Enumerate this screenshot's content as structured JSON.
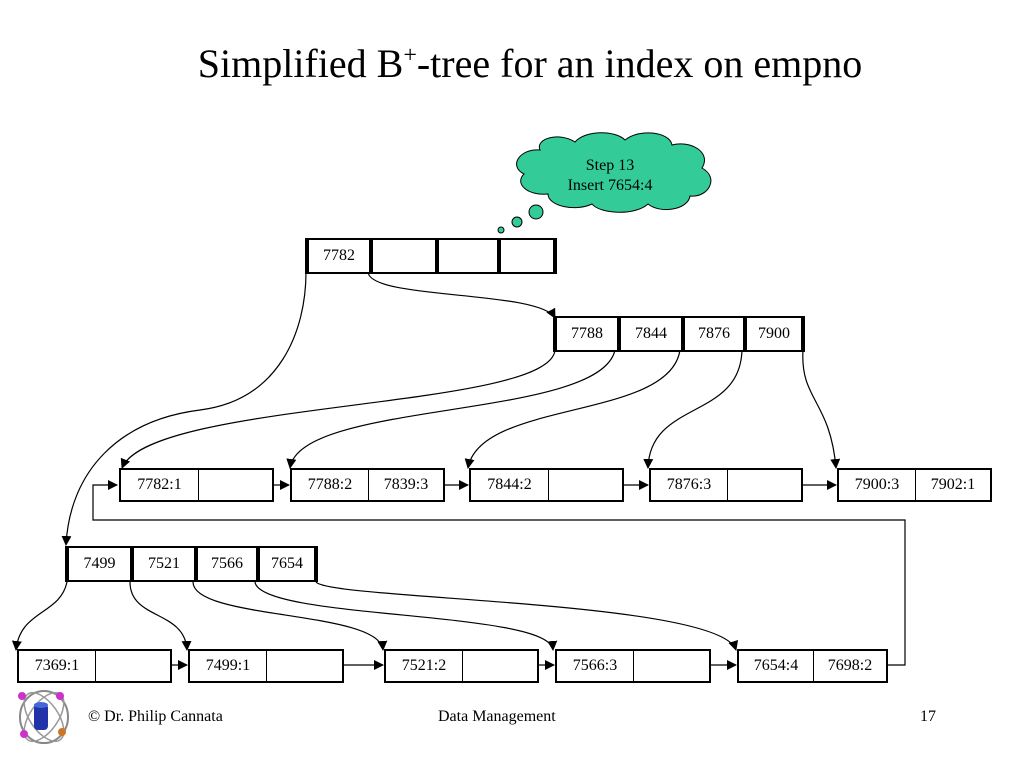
{
  "title": {
    "main": "Simplified B",
    "sup": "+",
    "rest": "-tree for an index on empno"
  },
  "bubble": {
    "line1": "Step 13",
    "line2": "Insert 7654:4"
  },
  "root": {
    "keys": [
      "7782",
      "",
      "",
      ""
    ]
  },
  "right_internal": {
    "keys": [
      "7788",
      "7844",
      "7876",
      "7900"
    ]
  },
  "left_internal": {
    "keys": [
      "7499",
      "7521",
      "7566",
      "7654"
    ]
  },
  "upper_leaves": [
    {
      "entries": [
        "7782:1",
        ""
      ]
    },
    {
      "entries": [
        "7788:2",
        "7839:3"
      ]
    },
    {
      "entries": [
        "7844:2",
        ""
      ]
    },
    {
      "entries": [
        "7876:3",
        ""
      ]
    },
    {
      "entries": [
        "7900:3",
        "7902:1"
      ]
    }
  ],
  "lower_leaves": [
    {
      "entries": [
        "7369:1",
        ""
      ]
    },
    {
      "entries": [
        "7499:1",
        ""
      ]
    },
    {
      "entries": [
        "7521:2",
        ""
      ]
    },
    {
      "entries": [
        "7566:3",
        ""
      ]
    },
    {
      "entries": [
        "7654:4",
        "7698:2"
      ]
    }
  ],
  "footer": {
    "copyright": "© Dr. Philip Cannata",
    "course": "Data Management",
    "page": "17"
  },
  "colors": {
    "bubble_fill": "#33cc99",
    "line": "#000000"
  }
}
